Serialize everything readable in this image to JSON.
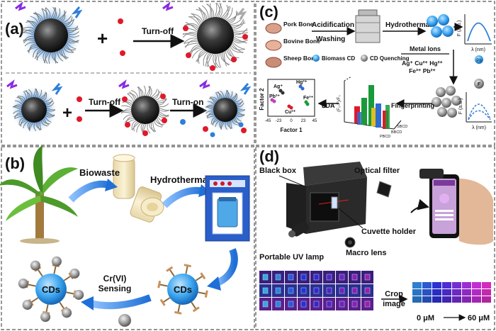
{
  "panels": {
    "a": {
      "label": "(a)",
      "turn_off_1": "Turn-off",
      "plus_1": "+",
      "turn_off_2": "Turn-off",
      "turn_on": "Turn-on",
      "plus_2": "+"
    },
    "b": {
      "label": "(b)",
      "biowaste": "Biowaste",
      "hydrothermal": "Hydrothermal",
      "cds_center": "CDs",
      "cds_left": "CDs",
      "sensing_line1": "Cr(VI)",
      "sensing_line2": "Sensing"
    },
    "c": {
      "label": "(c)",
      "pork": "Pork Bone",
      "bovine": "Bovine Bone",
      "sheep": "Sheep Bone",
      "acidification": "Acidification",
      "washing": "Washing",
      "hydrothermal": "Hydrothermal",
      "f_axis": "F (a.u.)",
      "lambda_axis": "λ (nm)",
      "metal_ions": "Metal Ions",
      "ions_line1": "Ag⁺ Cu²⁺ Hg²⁺",
      "ions_line2": "Fe³⁺ Pb²⁺",
      "legend_biomass": "Biomass CD",
      "legend_quench": "CD Quenching",
      "lda": "LDA",
      "fingerprinting": "Fingerprinting",
      "factor1": "Factor 1",
      "factor2": "Factor 2",
      "ag": "Ag⁺",
      "hg": "Hg²⁺",
      "pb": "Pb²⁺",
      "cu": "Cu²⁺",
      "fe": "Fe³⁺",
      "pb_badge": "Pb",
      "f_badge": "F",
      "ticks_x": [
        "-45",
        "-23",
        "0",
        "23",
        "45"
      ],
      "f_ratio": "(F₀-F)/F₀",
      "bar_labels": [
        "PBCD",
        "BBCD",
        "SBCD"
      ]
    },
    "d": {
      "label": "(d)",
      "black_box": "Black box",
      "optical_filter": "Optical filter",
      "cuvette_holder": "Cuvette holder",
      "uv_lamp": "Portable UV lamp",
      "macro_lens": "Macro lens",
      "crop_line1": "Crop",
      "crop_line2": "image",
      "conc_start": "0 μM",
      "conc_end": "60 μM"
    }
  },
  "colors": {
    "cd_blue": "#3b8fe0",
    "ion_red": "#e0192a",
    "arrow_blue": "#2f7fd8",
    "dash": "#555555"
  }
}
